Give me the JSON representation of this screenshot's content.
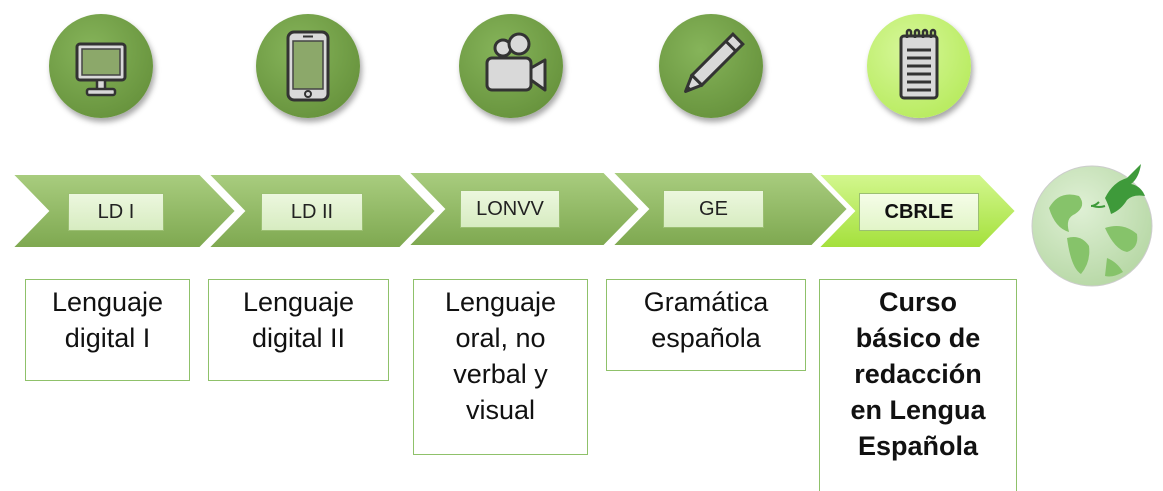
{
  "steps": [
    {
      "code": "LD I",
      "desc_lines": [
        "Lenguaje",
        "digital I"
      ],
      "icon": "monitor-icon"
    },
    {
      "code": "LD II",
      "desc_lines": [
        "Lenguaje",
        "digital II"
      ],
      "icon": "tablet-icon"
    },
    {
      "code": "LONVV",
      "desc_lines": [
        "Lenguaje",
        "oral, no",
        "verbal y",
        "visual"
      ],
      "icon": "video-camera-icon"
    },
    {
      "code": "GE",
      "desc_lines": [
        "Gramática",
        "española"
      ],
      "icon": "pencil-icon"
    },
    {
      "code": "CBRLE",
      "desc_lines": [
        "Curso",
        "básico de",
        "redacción",
        "en Lengua",
        "Española"
      ],
      "icon": "notepad-icon",
      "active": true
    }
  ],
  "end_icon": "globe-dove-icon",
  "colors": {
    "dark_green": "#6f9a43",
    "light_green": "#c7f27a",
    "arrow_green": "#8fb863",
    "active_arrow": "#b6ef52"
  }
}
